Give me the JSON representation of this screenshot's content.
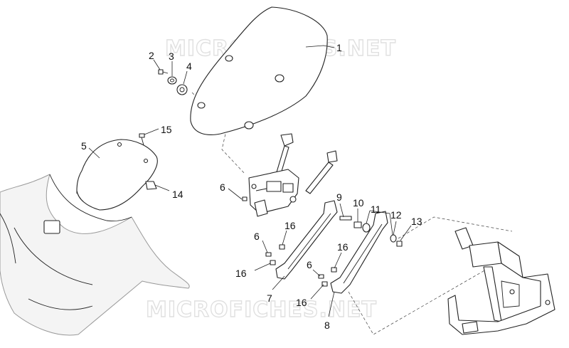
{
  "watermarks": [
    "MICROFICHES.NET",
    "MICROFICHES.NET"
  ],
  "callouts": [
    {
      "id": "c1",
      "label": "1"
    },
    {
      "id": "c2",
      "label": "2"
    },
    {
      "id": "c3",
      "label": "3"
    },
    {
      "id": "c4",
      "label": "4"
    },
    {
      "id": "c5",
      "label": "5"
    },
    {
      "id": "c6a",
      "label": "6"
    },
    {
      "id": "c6b",
      "label": "6"
    },
    {
      "id": "c6c",
      "label": "6"
    },
    {
      "id": "c7",
      "label": "7"
    },
    {
      "id": "c8",
      "label": "8"
    },
    {
      "id": "c9",
      "label": "9"
    },
    {
      "id": "c10",
      "label": "10"
    },
    {
      "id": "c11",
      "label": "11"
    },
    {
      "id": "c12",
      "label": "12"
    },
    {
      "id": "c13",
      "label": "13"
    },
    {
      "id": "c14",
      "label": "14"
    },
    {
      "id": "c15",
      "label": "15"
    },
    {
      "id": "c16a",
      "label": "16"
    },
    {
      "id": "c16b",
      "label": "16"
    },
    {
      "id": "c16c",
      "label": "16"
    },
    {
      "id": "c16d",
      "label": "16"
    }
  ]
}
